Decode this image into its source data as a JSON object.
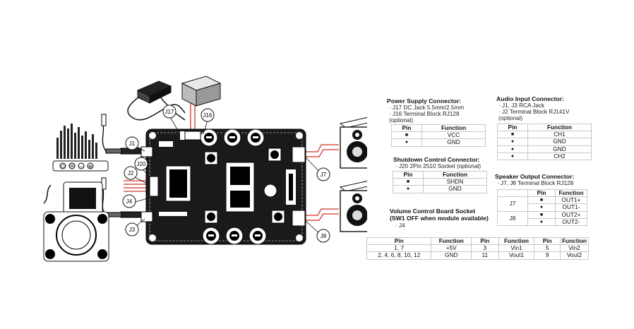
{
  "callouts": [
    "J17",
    "J16",
    "J1",
    "J20",
    "J2",
    "J4",
    "J3",
    "J7",
    "J8"
  ],
  "power": {
    "title": "Power Supply Connector:",
    "lines": [
      "J17 DC Jack 5.5mm/2.5mm",
      "J16 Terminal Block RJ128",
      "(optional)"
    ],
    "headers": [
      "Pin",
      "Function"
    ],
    "rows": [
      {
        "pin": "■",
        "func": "VCC"
      },
      {
        "pin": "●",
        "func": "GND"
      }
    ]
  },
  "audio": {
    "title": "Audio Input Connector:",
    "lines": [
      "J1, J3 RCA Jack",
      "J2 Terminal Block RJ141V",
      "(optional)"
    ],
    "headers": [
      "Pin",
      "Function"
    ],
    "rows": [
      {
        "pin": "■",
        "func": "CH1"
      },
      {
        "pin": "●",
        "func": "GND"
      },
      {
        "pin": "●",
        "func": "GND"
      },
      {
        "pin": "●",
        "func": "CH2"
      }
    ]
  },
  "shutdown": {
    "title": "Shutdown Control Connector:",
    "lines": [
      "J20 2Pin 2510 Socket (optional)"
    ],
    "headers": [
      "Pin",
      "Function"
    ],
    "rows": [
      {
        "pin": "■",
        "func": "SHDN"
      },
      {
        "pin": "●",
        "func": "GND"
      }
    ]
  },
  "speaker": {
    "title": "Speaker Output Connector:",
    "lines": [
      "J7, J8 Terminal Block RJ128"
    ],
    "headers": [
      "",
      "Pin",
      "Function"
    ],
    "groups": [
      {
        "label": "J7",
        "rows": [
          {
            "pin": "■",
            "func": "OUT1+"
          },
          {
            "pin": "●",
            "func": "OUT1-"
          }
        ]
      },
      {
        "label": "J8",
        "rows": [
          {
            "pin": "■",
            "func": "OUT2+"
          },
          {
            "pin": "●",
            "func": "OUT2-"
          }
        ]
      }
    ]
  },
  "volume": {
    "title1": "Volume Control Board Socket",
    "title2": "(SW1 OFF when module available)",
    "lines": [
      "J4"
    ],
    "headers": [
      "Pin",
      "Function",
      "Pin",
      "Function",
      "Pin",
      "Function"
    ],
    "rows": [
      [
        "1, 7",
        "+5V",
        "3",
        "Vin1",
        "5",
        "Vin2"
      ],
      [
        "2, 4, 6, 8, 10, 12",
        "GND",
        "11",
        "Vout1",
        "9",
        "Vout2"
      ]
    ]
  },
  "remote_buttons": [
    "⏻",
    "Ⓜ",
    "—",
    "⊕"
  ],
  "colors": {
    "wire_red": "#d0342c",
    "line": "#111111"
  }
}
